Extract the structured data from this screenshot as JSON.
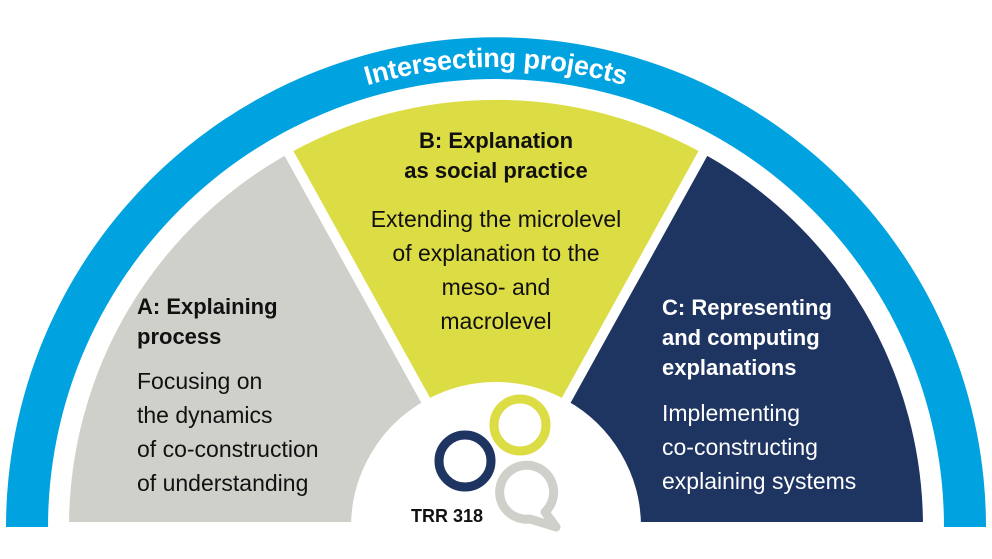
{
  "ring_label": "Intersecting projects",
  "colors": {
    "ring": "#00a3e0",
    "a": "#d0d0cb",
    "b": "#dcdc44",
    "c": "#1e3461"
  },
  "segments": {
    "a": {
      "title": [
        "A: Explaining",
        "process"
      ],
      "body": [
        "Focusing on",
        "the dynamics",
        "of co-construction",
        "of understanding"
      ]
    },
    "b": {
      "title": [
        "B: Explanation",
        "as social practice"
      ],
      "body": [
        "Extending the microlevel",
        "of explanation to the",
        "meso- and",
        "macrolevel"
      ]
    },
    "c": {
      "title": [
        "C: Representing",
        "and computing",
        "explanations"
      ],
      "body": [
        "Implementing",
        "co-constructing",
        "explaining systems"
      ]
    }
  },
  "logo": {
    "text": "TRR 318"
  }
}
